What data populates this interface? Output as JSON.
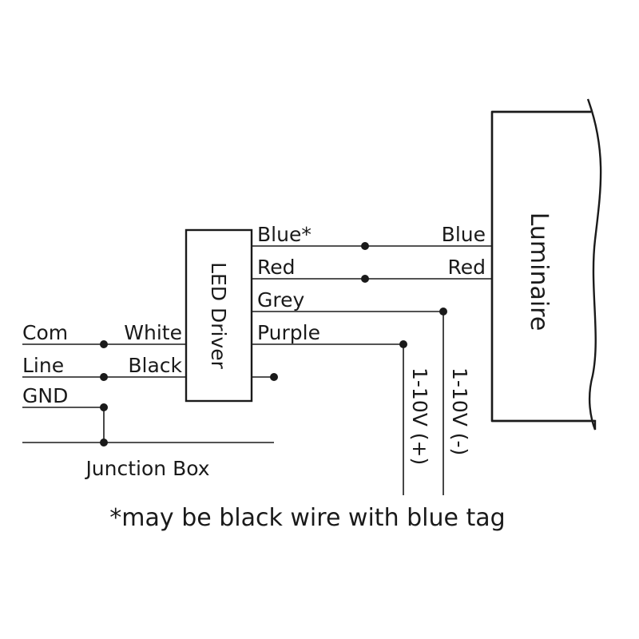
{
  "driver": {
    "label": "LED Driver"
  },
  "luminaire": {
    "label": "Luminaire"
  },
  "junction_box": {
    "label": "Junction Box"
  },
  "supply": {
    "com": "Com",
    "line": "Line",
    "gnd": "GND"
  },
  "driver_inputs": {
    "white": "White",
    "black": "Black"
  },
  "driver_outputs": {
    "blue": "Blue*",
    "red": "Red",
    "grey": "Grey",
    "purple": "Purple"
  },
  "luminaire_inputs": {
    "blue": "Blue",
    "red": "Red"
  },
  "dimming": {
    "plus": "1-10V (+)",
    "minus": "1-10V (-)"
  },
  "footnote": "*may be black wire with blue tag"
}
